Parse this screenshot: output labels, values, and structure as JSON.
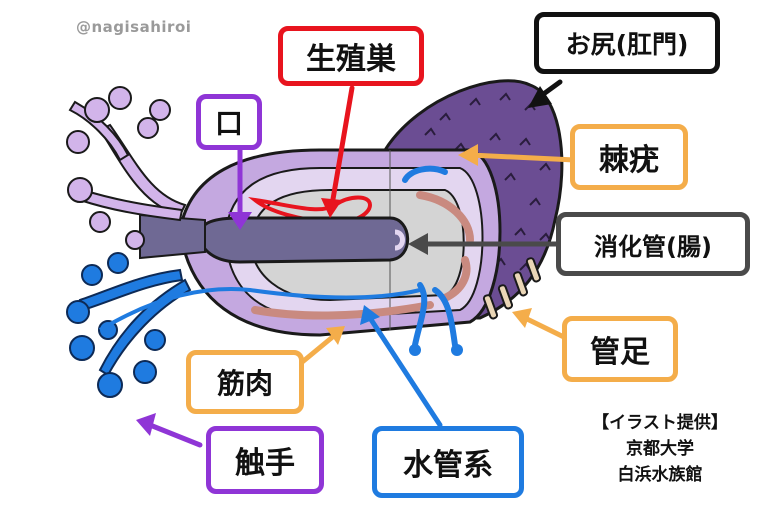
{
  "handle": "@nagisahiroi",
  "labels": {
    "mouth": "口",
    "gonad": "生殖巣",
    "anus": "お尻(肛門)",
    "spine": "棘疣",
    "gut": "消化管(腸)",
    "tube_feet": "管足",
    "muscle": "筋肉",
    "tentacles": "触手",
    "water_vascular": "水管系"
  },
  "credit": {
    "line1": "【イラスト提供】",
    "line2": "京都大学",
    "line3": "白浜水族館"
  },
  "colors": {
    "red": "#e8141e",
    "purple": "#8f35d6",
    "black": "#111111",
    "orange": "#f4ad4a",
    "blue": "#1f7be0",
    "gray": "#4a4a4a",
    "body_dark": "#6b4d93",
    "body_light": "#c4a8e0",
    "tentacle_purple": "#d2b4ea",
    "tentacle_blue": "#1f7be0"
  }
}
